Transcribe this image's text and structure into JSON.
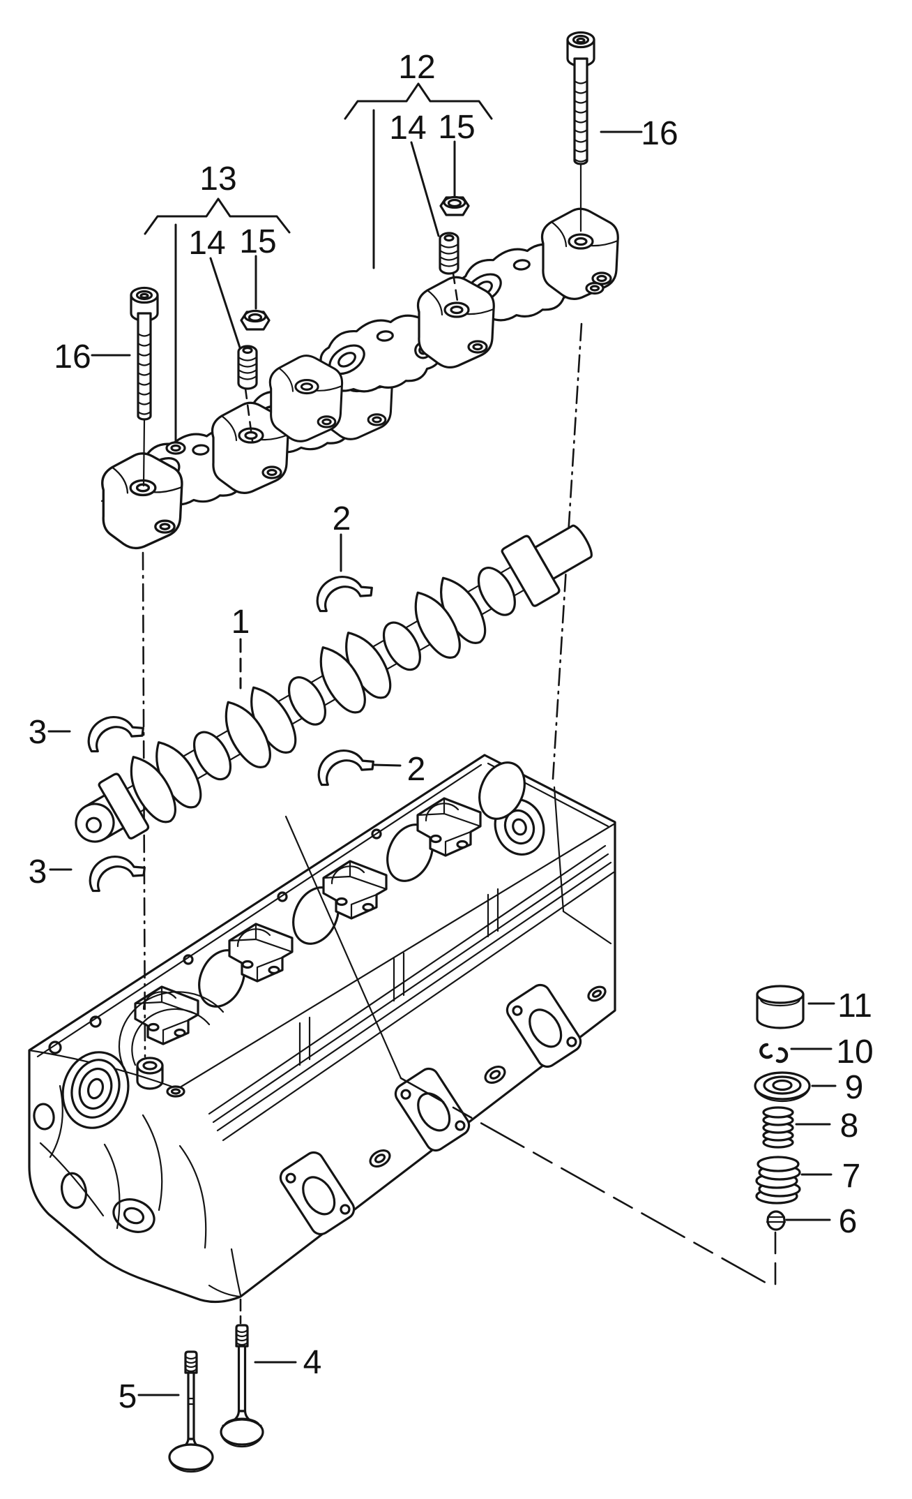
{
  "page": {
    "background_color": "#ffffff",
    "line_color": "#141414",
    "description": "Exploded parts diagram of a cylinder head with camshaft, bearing shells, rocker shaft assemblies, valves, valve springs and fasteners"
  },
  "callouts": {
    "c1": {
      "label": "1"
    },
    "c2_upper": {
      "label": "2"
    },
    "c2_lower": {
      "label": "2"
    },
    "c3_upper": {
      "label": "3"
    },
    "c3_lower": {
      "label": "3"
    },
    "c4": {
      "label": "4"
    },
    "c5": {
      "label": "5"
    },
    "c6": {
      "label": "6"
    },
    "c7": {
      "label": "7"
    },
    "c8": {
      "label": "8"
    },
    "c9": {
      "label": "9"
    },
    "c10": {
      "label": "10"
    },
    "c11": {
      "label": "11"
    },
    "c12": {
      "label": "12"
    },
    "c13": {
      "label": "13"
    },
    "c14_left": {
      "label": "14"
    },
    "c14_right": {
      "label": "14"
    },
    "c15_left": {
      "label": "15"
    },
    "c15_right": {
      "label": "15"
    },
    "c16_left": {
      "label": "16"
    },
    "c16_right": {
      "label": "16"
    }
  }
}
